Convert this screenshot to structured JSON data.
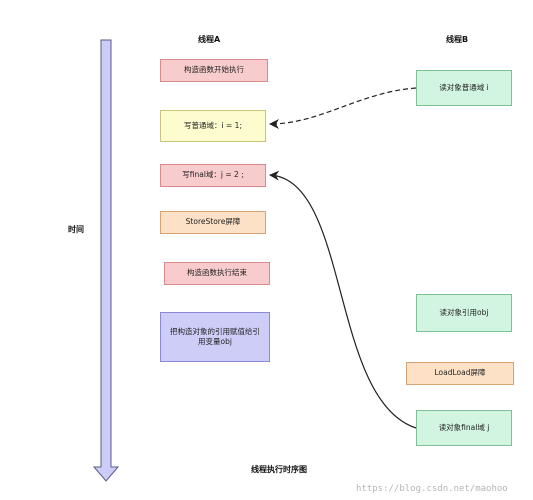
{
  "headers": {
    "thread_a": "线程A",
    "thread_b": "线程B"
  },
  "timeline": {
    "label": "时间"
  },
  "thread_a_steps": [
    "构造函数开始执行",
    "写普通域：i = 1;",
    "写final域：j = 2 ;",
    "StoreStore屏障",
    "构造函数执行结束",
    "把构造对象的引用赋值给引用变量obj"
  ],
  "thread_b_steps": [
    "读对象普通域 i",
    "读对象引用obj",
    "LoadLoad屏障",
    "读对象final域 j"
  ],
  "caption": "线程执行时序图",
  "watermark": "https://blog.csdn.net/maohoo",
  "colors": {
    "timeline_fill": "#cccdf6",
    "timeline_stroke": "#5a5a8a",
    "pink": "#f8cbcc",
    "yellow": "#fdfccf",
    "orange": "#fde1c7",
    "purple": "#cdcdf8",
    "green": "#d1f5e0"
  }
}
